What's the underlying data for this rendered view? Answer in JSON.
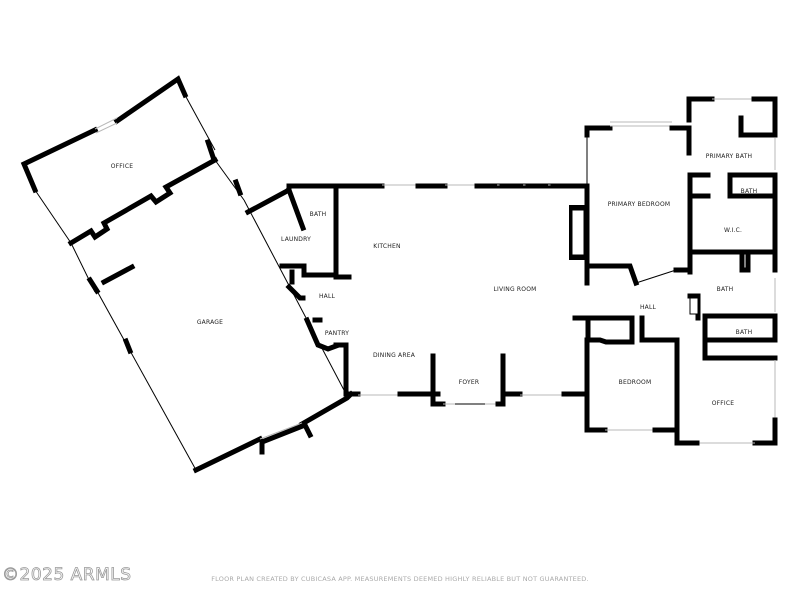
{
  "floor_plan": {
    "rooms": {
      "office_garage_side": "OFFICE",
      "garage": "GARAGE",
      "bath_laundry": "BATH",
      "laundry": "LAUNDRY",
      "hall_west": "HALL",
      "pantry": "PANTRY",
      "kitchen": "KITCHEN",
      "dining_area": "DINING AREA",
      "living_room": "LIVING ROOM",
      "foyer": "FOYER",
      "primary_bedroom": "PRIMARY BEDROOM",
      "primary_bath": "PRIMARY BATH",
      "bath_wic": "BATH",
      "wic": "W.I.C.",
      "hall_east": "HALL",
      "bath_east_upper": "BATH",
      "bath_east_lower": "BATH",
      "bedroom": "BEDROOM",
      "office_east": "OFFICE"
    },
    "colors": {
      "wall": "#000000",
      "window": "#b8b8b8",
      "background": "#ffffff"
    }
  },
  "watermark": "©2025 ARMLS",
  "disclaimer": "FLOOR PLAN CREATED BY CUBICASA APP. MEASUREMENTS DEEMED HIGHLY RELIABLE BUT NOT GUARANTEED."
}
